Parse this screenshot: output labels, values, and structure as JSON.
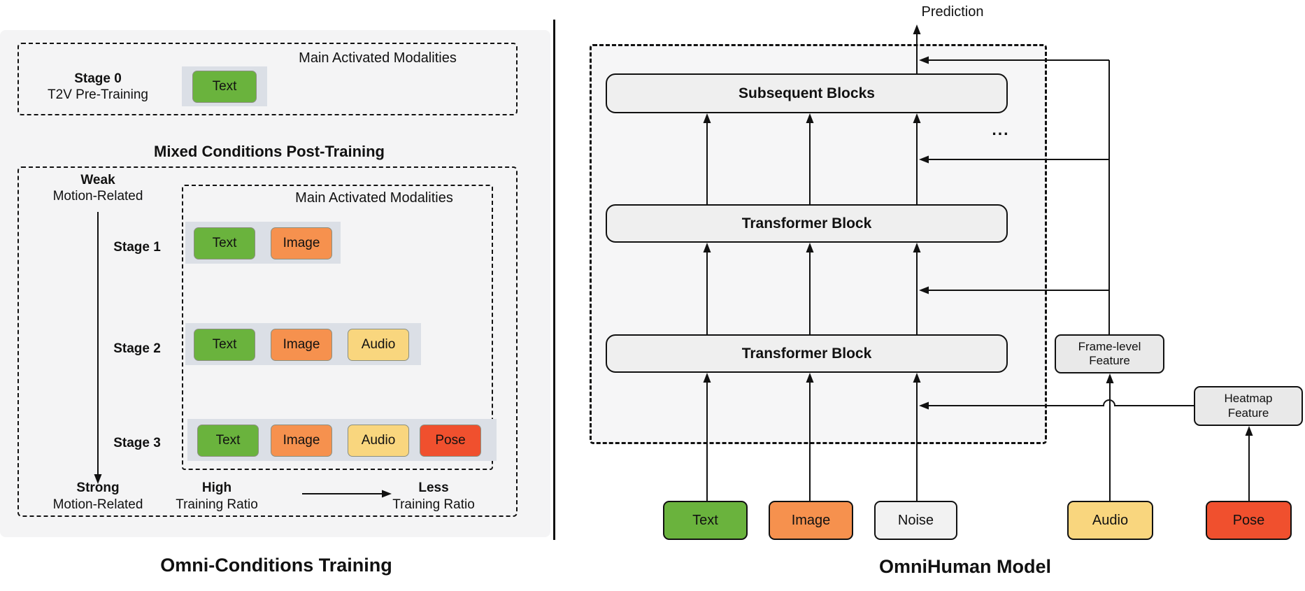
{
  "left_panel": {
    "title": "Omni-Conditions Training",
    "stage0": {
      "box_label": "Main Activated Modalities",
      "stage_name": "Stage 0",
      "stage_desc": "T2V Pre-Training",
      "modalities": [
        "Text"
      ]
    },
    "post_training": {
      "title": "Mixed Conditions Post-Training",
      "weak_label": "Weak",
      "weak_sub": "Motion-Related",
      "strong_label": "Strong",
      "strong_sub": "Motion-Related",
      "inner_box_label": "Main Activated Modalities",
      "stages": [
        {
          "name": "Stage 1",
          "modalities": [
            "Text",
            "Image"
          ]
        },
        {
          "name": "Stage 2",
          "modalities": [
            "Text",
            "Image",
            "Audio"
          ]
        },
        {
          "name": "Stage 3",
          "modalities": [
            "Text",
            "Image",
            "Audio",
            "Pose"
          ]
        }
      ],
      "ratio_high": "High",
      "ratio_high_sub": "Training Ratio",
      "ratio_less": "Less",
      "ratio_less_sub": "Training Ratio"
    }
  },
  "right_panel": {
    "title": "OmniHuman Model",
    "prediction_label": "Prediction",
    "ellipsis": "...",
    "blocks": {
      "subsequent": "Subsequent Blocks",
      "transformer_mid": "Transformer Block",
      "transformer_low": "Transformer Block"
    },
    "frame_feature": {
      "line1": "Frame-level",
      "line2": "Feature"
    },
    "heatmap_feature": {
      "line1": "Heatmap",
      "line2": "Feature"
    },
    "inputs": [
      {
        "label": "Text"
      },
      {
        "label": "Image"
      },
      {
        "label": "Noise"
      },
      {
        "label": "Audio"
      },
      {
        "label": "Pose"
      }
    ]
  },
  "colors": {
    "text_modality": "#6ab33d",
    "image_modality": "#f6914e",
    "audio_modality": "#f9d67e",
    "pose_modality": "#f0502e",
    "noise_box": "#f2f2f2",
    "chip_backing": "#dbdfe6",
    "left_panel_bg": "#f4f4f5",
    "right_box_bg": "#f6f6f7",
    "block_fill": "#efefef",
    "feature_fill": "#e9e9e9",
    "line_color": "#111111"
  }
}
